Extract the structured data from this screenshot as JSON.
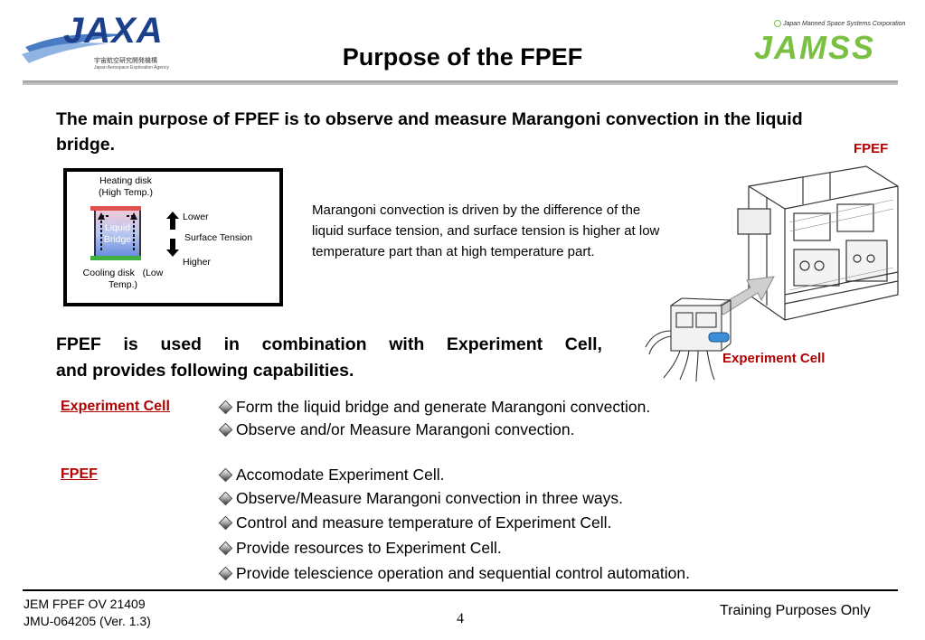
{
  "header": {
    "title": "Purpose of the FPEF",
    "left_logo": {
      "text": "JAXA",
      "subtext": "宇宙航空研究開発機構",
      "caption": "Japan Aerospace Exploration Agency"
    },
    "right_logo": {
      "text": "JAMSS",
      "caption": "Japan Manned Space Systems Corporation"
    }
  },
  "main_statement": "The main purpose of FPEF is to observe and measure Marangoni convection in the liquid bridge.",
  "fpef_figure_label": "FPEF",
  "diagram": {
    "heating_disk": "Heating disk",
    "heating_temp": "(High Temp.)",
    "liquid": "Liquid",
    "bridge": "Bridge",
    "lower": "Lower",
    "surface_tension": "Surface Tension",
    "higher": "Higher",
    "cooling_disk": "Cooling disk   (Low",
    "cooling_temp": "Temp.)"
  },
  "description": "Marangoni convection is driven by the difference of the liquid surface tension, and surface tension is higher at low temperature part than at high temperature part.",
  "combination_line1_words": [
    "FPEF",
    "is",
    "used",
    "in",
    "combination",
    "with",
    "Experiment",
    "Cell,"
  ],
  "combination_line2": "and provides following capabilities.",
  "experiment_cell_figure_label": "Experiment Cell",
  "capabilities": {
    "experiment_cell": {
      "title": "Experiment Cell",
      "items": [
        "Form the liquid bridge and generate Marangoni convection.",
        "Observe and/or Measure Marangoni convection."
      ]
    },
    "fpef": {
      "title": "FPEF",
      "items": [
        "Accomodate Experiment Cell.",
        "Observe/Measure Marangoni convection in three ways.",
        "Control and measure temperature of Experiment Cell.",
        "Provide resources to Experiment Cell.",
        "Provide telescience operation and sequential control automation."
      ]
    }
  },
  "footer": {
    "doc_id": "JEM FPEF OV 21409",
    "doc_ref": "JMU-064205 (Ver. 1.3)",
    "page_number": "4",
    "note": "Training Purposes Only"
  },
  "colors": {
    "label_red": "#b00000",
    "jaxa_blue": "#1b3f8b",
    "jamss_green": "#7ac143"
  }
}
